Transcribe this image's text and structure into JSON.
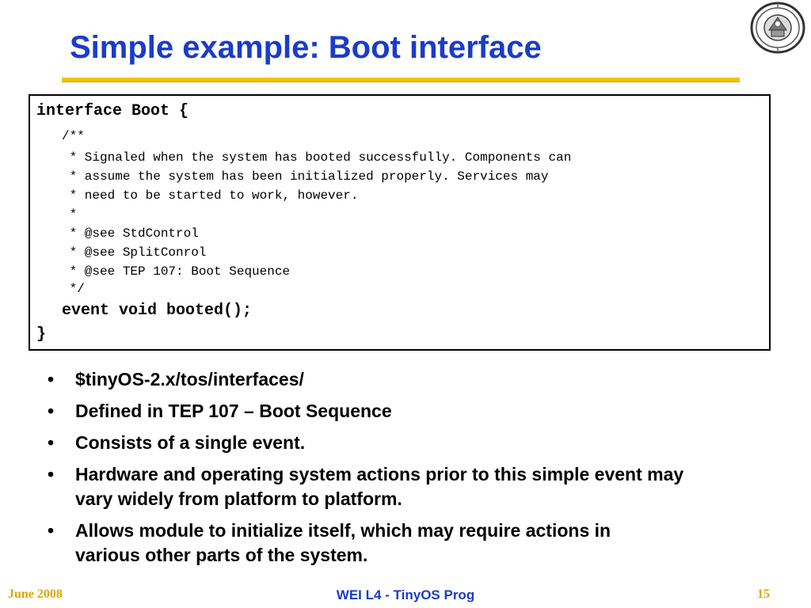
{
  "slide": {
    "title": "Simple example: Boot interface",
    "colors": {
      "title": "#1a3cc8",
      "rule": "#f2c200",
      "footer_side": "#d8a800",
      "footer_center": "#1a3cc8"
    }
  },
  "logo": {
    "icon": "university-seal-icon"
  },
  "code": {
    "lines": [
      "interface Boot {",
      "/**",
      " * Signaled when the system has booted successfully. Components can",
      " * assume the system has been initialized properly. Services may",
      " * need to be started to work, however.",
      " *",
      " * @see StdControl",
      " * @see SplitConrol",
      " * @see TEP 107: Boot Sequence",
      " */",
      "event void booted();",
      "}"
    ]
  },
  "bullets": {
    "marker": "•",
    "items": [
      "$tinyOS-2.x/tos/interfaces/",
      "Defined in TEP 107 – Boot Sequence",
      "Consists of a single event.",
      "Hardware and operating system actions prior to this simple event may vary widely from platform to platform.",
      "Allows module to initialize itself, which may require actions in various other parts of the system."
    ]
  },
  "footer": {
    "date": "June 2008",
    "center": "WEI L4 - TinyOS Prog",
    "page": "15"
  }
}
